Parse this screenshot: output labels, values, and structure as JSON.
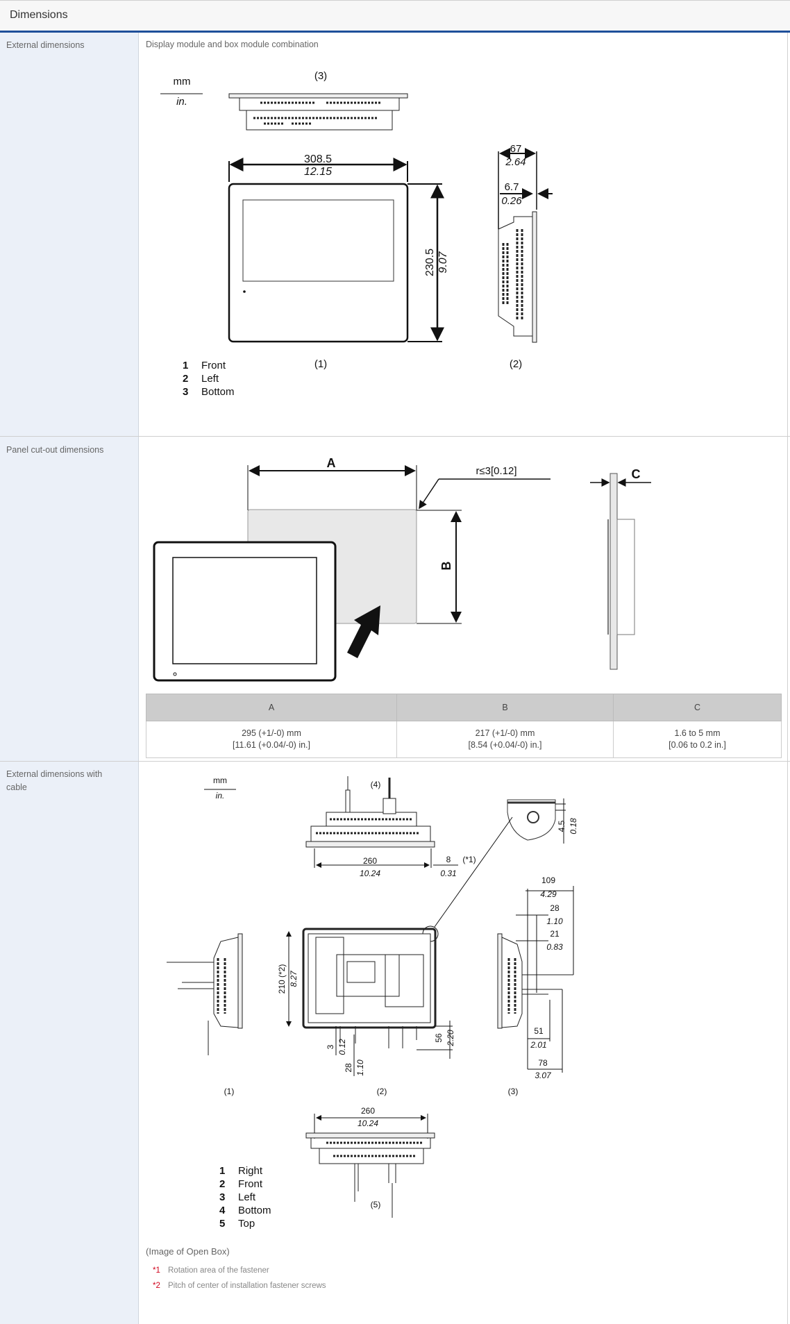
{
  "header": {
    "title": "Dimensions"
  },
  "colors": {
    "accent": "#1e4f9a",
    "note_marker": "#d0021b",
    "label_bg": "#ebf0f8"
  },
  "rows": [
    {
      "label": "External dimensions",
      "subtitle": "Display module and box module combination",
      "units": {
        "mm": "mm",
        "in": "in."
      },
      "views": {
        "front": "(1)",
        "left": "(2)",
        "bottom": "(3)"
      },
      "dims": {
        "width_mm": "308.5",
        "width_in": "12.15",
        "height_mm": "230.5",
        "height_in": "9.07",
        "depth_mm": "67",
        "depth_in": "2.64",
        "bezel_mm": "6.7",
        "bezel_in": "0.26"
      },
      "legend": [
        {
          "num": "1",
          "text": "Front"
        },
        {
          "num": "2",
          "text": "Left"
        },
        {
          "num": "3",
          "text": "Bottom"
        }
      ]
    },
    {
      "label": "Panel cut-out dimensions",
      "diagram": {
        "a": "A",
        "b": "B",
        "c": "C",
        "radius": "r≤3[0.12]"
      },
      "table": {
        "headers": [
          "A",
          "B",
          "C"
        ],
        "cells": [
          [
            "295 (+1/-0) mm",
            "[11.61 (+0.04/-0) in.]"
          ],
          [
            "217 (+1/-0) mm",
            "[8.54 (+0.04/-0) in.]"
          ],
          [
            "1.6 to 5 mm",
            "[0.06 to 0.2 in.]"
          ]
        ]
      }
    },
    {
      "label": "External dimensions with cable",
      "units": {
        "mm": "mm",
        "in": "in."
      },
      "views": {
        "right": "(1)",
        "front": "(2)",
        "left": "(3)",
        "bottom": "(4)",
        "top": "(5)"
      },
      "dims": {
        "w_mm": "260",
        "w_in": "10.24",
        "rot_mm": "8",
        "rot_in": "0.31",
        "rot_note": "(*1)",
        "det_mm": "4.5",
        "det_in": "0.18",
        "h_mm": "210",
        "h_note": "(*2)",
        "h_in": "8.27",
        "d3_mm": "3",
        "d3_in": "0.12",
        "d28_mm": "28",
        "d28_in": "1.10",
        "d56_mm": "56",
        "d56_in": "2.20",
        "d109_mm": "109",
        "d109_in": "4.29",
        "s28_mm": "28",
        "s28_in": "1.10",
        "s21_mm": "21",
        "s21_in": "0.83",
        "s51_mm": "51",
        "s51_in": "2.01",
        "s78_mm": "78",
        "s78_in": "3.07",
        "top_mm": "260",
        "top_in": "10.24"
      },
      "legend": [
        {
          "num": "1",
          "text": "Right"
        },
        {
          "num": "2",
          "text": "Front"
        },
        {
          "num": "3",
          "text": "Left"
        },
        {
          "num": "4",
          "text": "Bottom"
        },
        {
          "num": "5",
          "text": "Top"
        }
      ],
      "caption": "(Image of Open Box)",
      "notes": [
        {
          "mark": "*1",
          "text": "Rotation area of the fastener"
        },
        {
          "mark": "*2",
          "text": "Pitch of center of installation fastener screws"
        }
      ]
    }
  ]
}
